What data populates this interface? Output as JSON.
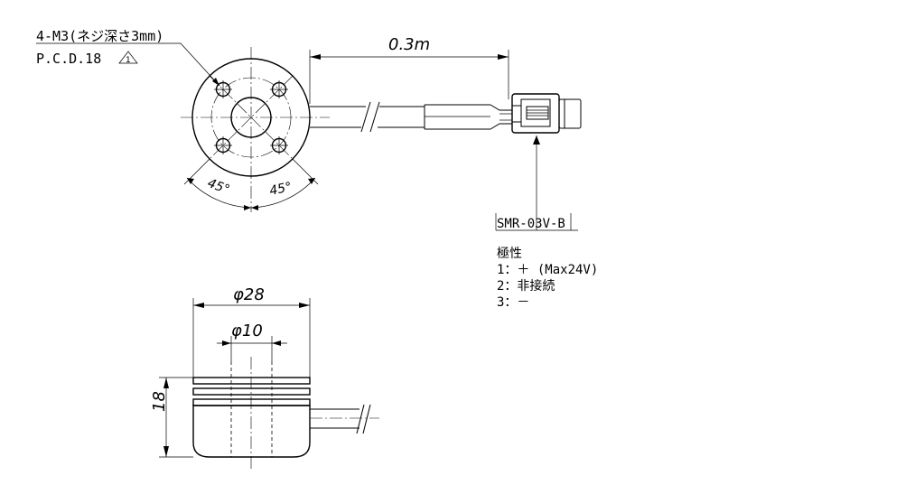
{
  "annotations": {
    "hole_spec": "4-M3(ネジ深さ3mm)",
    "pcd": "P.C.D.18",
    "revision_mark": "1",
    "cable_length": "0.3m",
    "angle_left": "45°",
    "angle_right": "45°",
    "connector_part": "SMR-03V-B",
    "diameter_outer": "φ28",
    "diameter_inner": "φ10",
    "height": "18"
  },
  "polarity": {
    "title": "極性",
    "pins": [
      "1：＋ (Max24V)",
      "2：非接続",
      "3：－"
    ]
  }
}
